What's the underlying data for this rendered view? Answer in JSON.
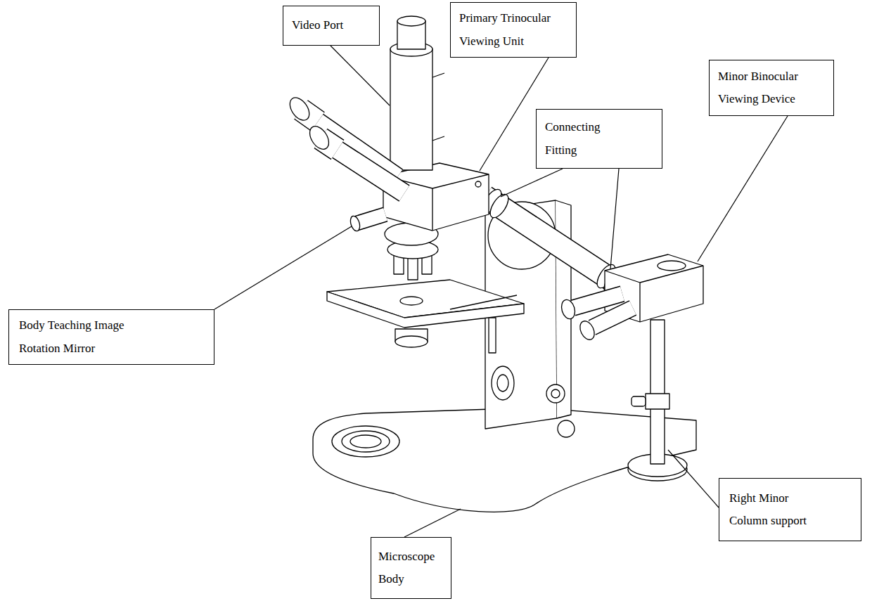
{
  "diagram": {
    "nodes": [
      {
        "text": [
          "Video Port"
        ]
      },
      {
        "text": [
          "Primary Trinocular Viewing Unit"
        ]
      },
      {
        "text": [
          "Minor Binocular Viewing Device"
        ]
      },
      {
        "text": [
          "Connecting Fitting"
        ]
      },
      {
        "text": [
          "Body Teaching Image Rotation Mirror"
        ]
      },
      {
        "text": [
          "Right Minor Column support"
        ]
      },
      {
        "text": [
          "Microscope Body"
        ]
      }
    ]
  }
}
